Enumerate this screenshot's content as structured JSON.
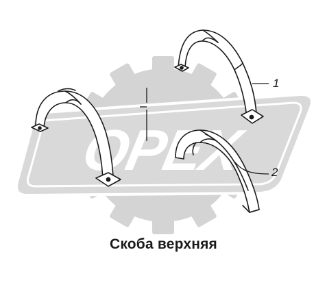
{
  "caption": "Скоба верхняя",
  "callouts": [
    {
      "label": "1"
    },
    {
      "label": "2"
    }
  ],
  "watermark": {
    "text": "OPEX"
  },
  "colors": {
    "watermark_gear": "#d4d4d4",
    "watermark_band": "#d9d9d9",
    "line": "#1a1a1a",
    "background": "#ffffff"
  }
}
